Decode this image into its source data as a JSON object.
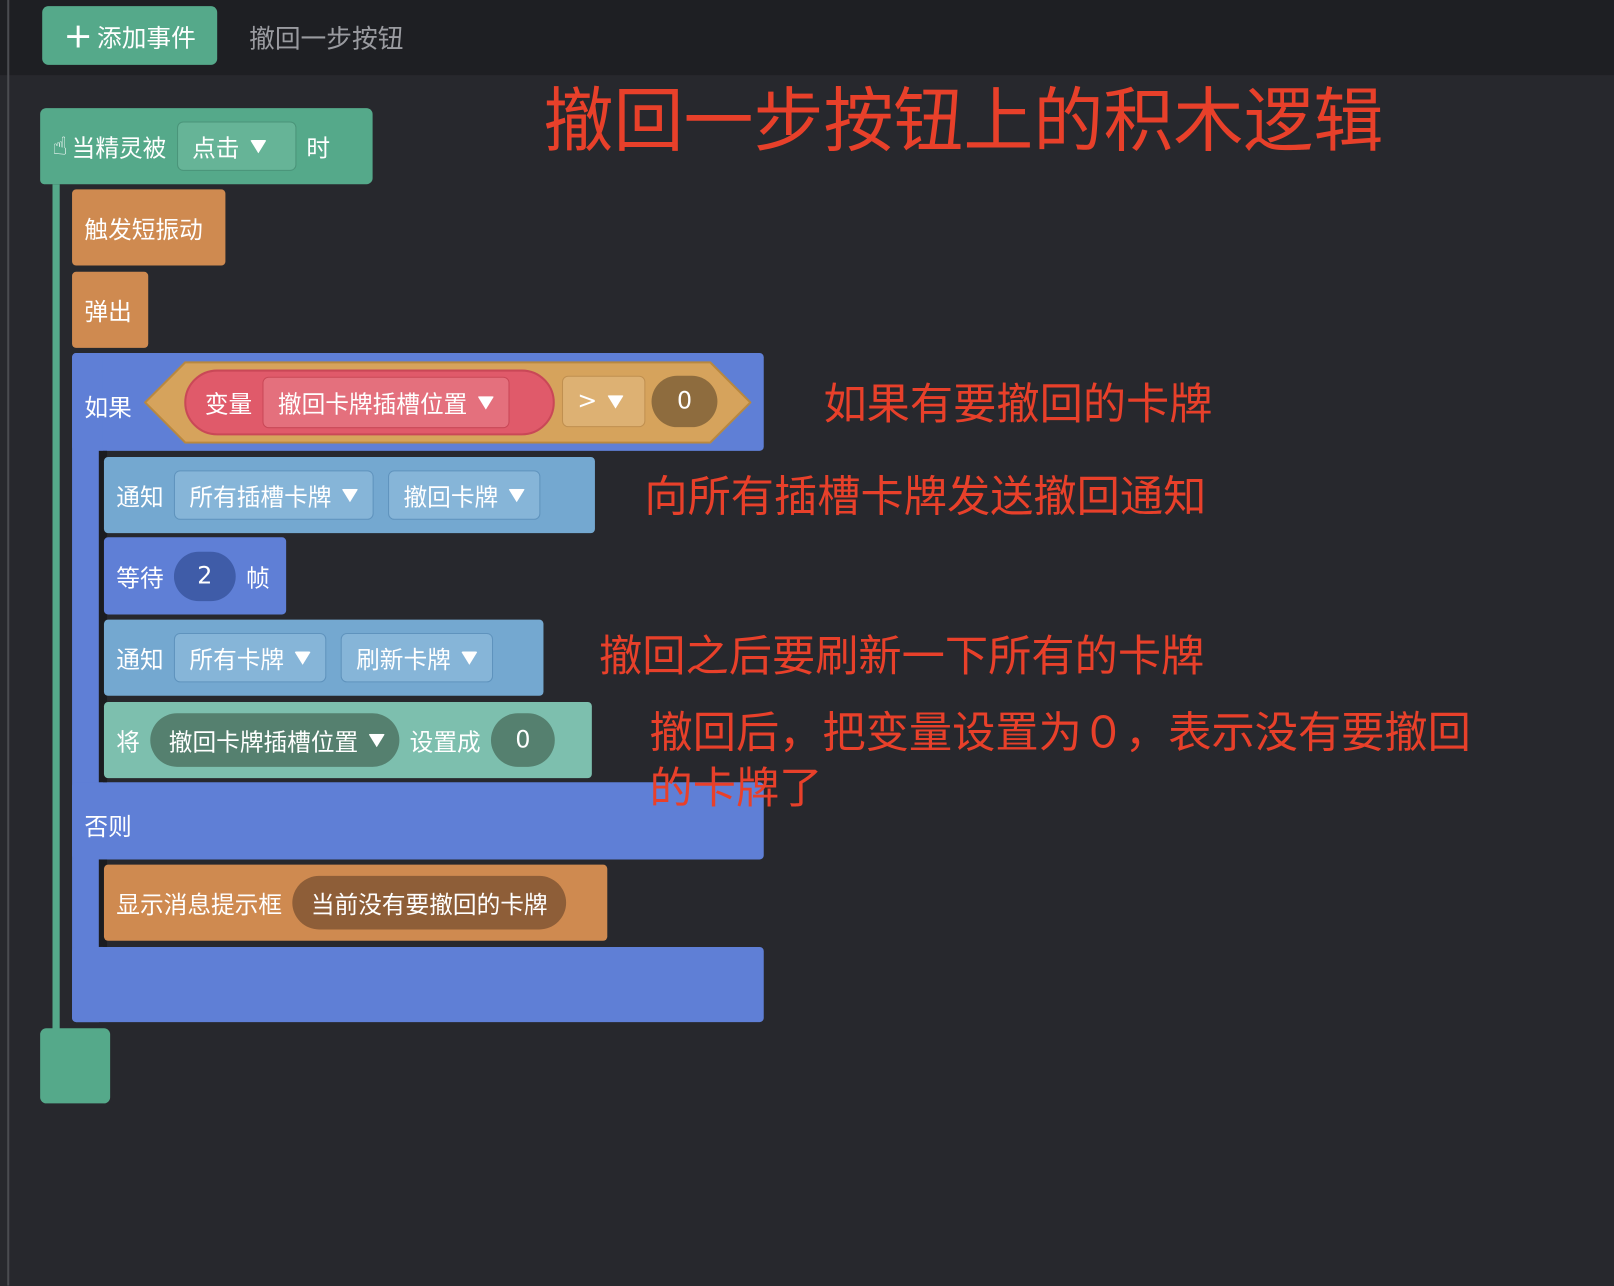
{
  "toolbar": {
    "add_event_label": "添加事件",
    "tab_label": "撤回一步按钮"
  },
  "annotations": {
    "title": "撤回一步按钮上的积木逻辑",
    "if_note": "如果有要撤回的卡牌",
    "notify_note": "向所有插槽卡牌发送撤回通知",
    "refresh_note": "撤回之后要刷新一下所有的卡牌",
    "reset_note_line1": "撤回后，把变量设置为０，表示没有要撤回",
    "reset_note_line2": "的卡牌了"
  },
  "blocks": {
    "hat": {
      "prefix": "当精灵被",
      "event": "点击",
      "suffix": "时"
    },
    "vibrate": "触发短振动",
    "popup": "弹出",
    "if": {
      "label": "如果",
      "var_label": "变量",
      "var_name": "撤回卡牌插槽位置",
      "operator": ">",
      "value": "0",
      "else_label": "否则"
    },
    "notify1": {
      "label": "通知",
      "target": "所有插槽卡牌",
      "message": "撤回卡牌"
    },
    "wait": {
      "label": "等待",
      "value": "2",
      "unit": "帧"
    },
    "notify2": {
      "label": "通知",
      "target": "所有卡牌",
      "message": "刷新卡牌"
    },
    "set": {
      "label": "将",
      "var_name": "撤回卡牌插槽位置",
      "mid": "设置成",
      "value": "0"
    },
    "toast": {
      "label": "显示消息提示框",
      "text": "当前没有要撤回的卡牌"
    }
  },
  "colors": {
    "event": "#55a98a",
    "action": "#cf8a50",
    "control": "#5f7fd6",
    "logic": "#d6a35c",
    "variable": "#e05a6a",
    "notify": "#74a8d0",
    "set": "#7dbfae",
    "annotation": "#e8402a"
  }
}
